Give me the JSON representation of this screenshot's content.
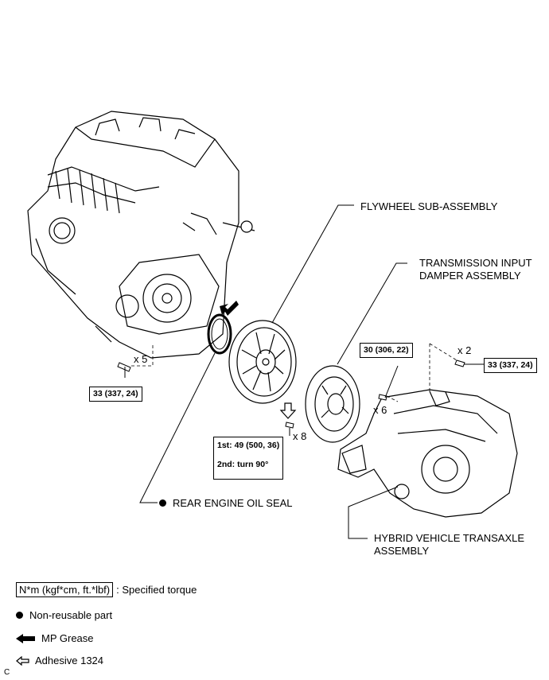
{
  "labels": {
    "flywheel": "FLYWHEEL SUB-ASSEMBLY",
    "damper_line1": "TRANSMISSION INPUT",
    "damper_line2": "DAMPER ASSEMBLY",
    "oil_seal": "REAR ENGINE OIL SEAL",
    "transaxle_line1": "HYBRID VEHICLE TRANSAXLE",
    "transaxle_line2": "ASSEMBLY"
  },
  "torque": {
    "engine_bolt": "33 (337, 24)",
    "transaxle_bolt": "33 (337, 24)",
    "damper_bolt": "30 (306, 22)",
    "flywheel_1st": "1st: 49 (500, 36)",
    "flywheel_2nd": "2nd: turn 90°"
  },
  "quantities": {
    "engine_bolts": "x 5",
    "transaxle_bolts": "x 2",
    "damper_bolts": "x 6",
    "flywheel_bolts": "x 8"
  },
  "legend": {
    "torque_box": "N*m (kgf*cm, ft.*lbf)",
    "torque_desc": ": Specified torque",
    "non_reusable": "Non-reusable part",
    "mp_grease": "MP Grease",
    "adhesive": "Adhesive 1324"
  },
  "corner_mark": "C",
  "colors": {
    "ink": "#000000",
    "background": "#ffffff"
  }
}
